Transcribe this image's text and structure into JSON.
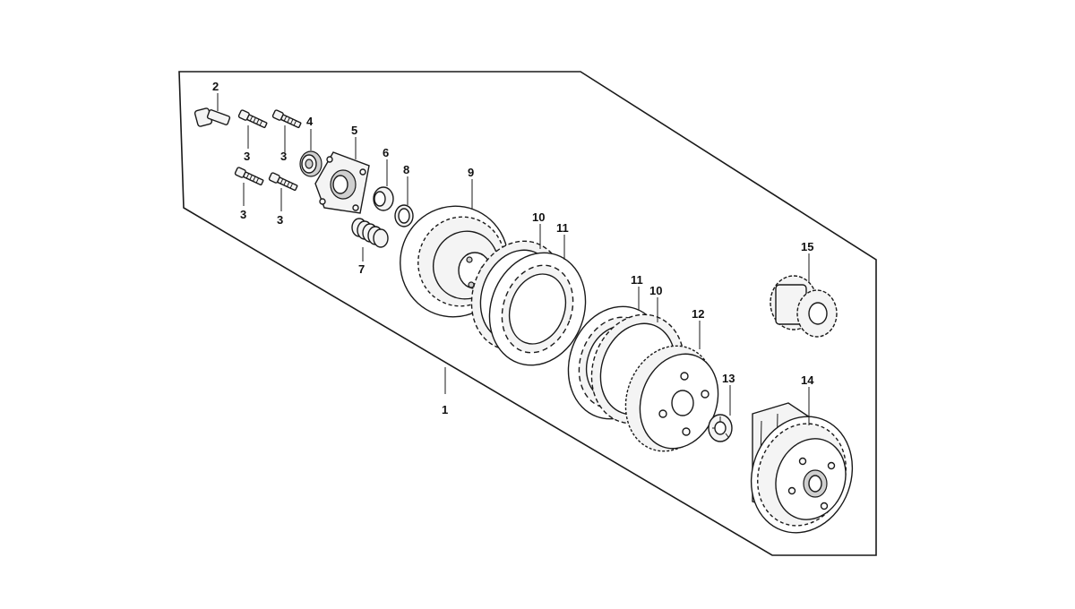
{
  "diagram": {
    "callouts": {
      "c1": "1",
      "c2": "2",
      "c3a": "3",
      "c3b": "3",
      "c3c": "3",
      "c3d": "3",
      "c4": "4",
      "c5": "5",
      "c6": "6",
      "c7": "7",
      "c8": "8",
      "c9": "9",
      "c10a": "10",
      "c10b": "10",
      "c11a": "11",
      "c11b": "11",
      "c12": "12",
      "c13": "13",
      "c14": "14",
      "c15": "15"
    }
  }
}
